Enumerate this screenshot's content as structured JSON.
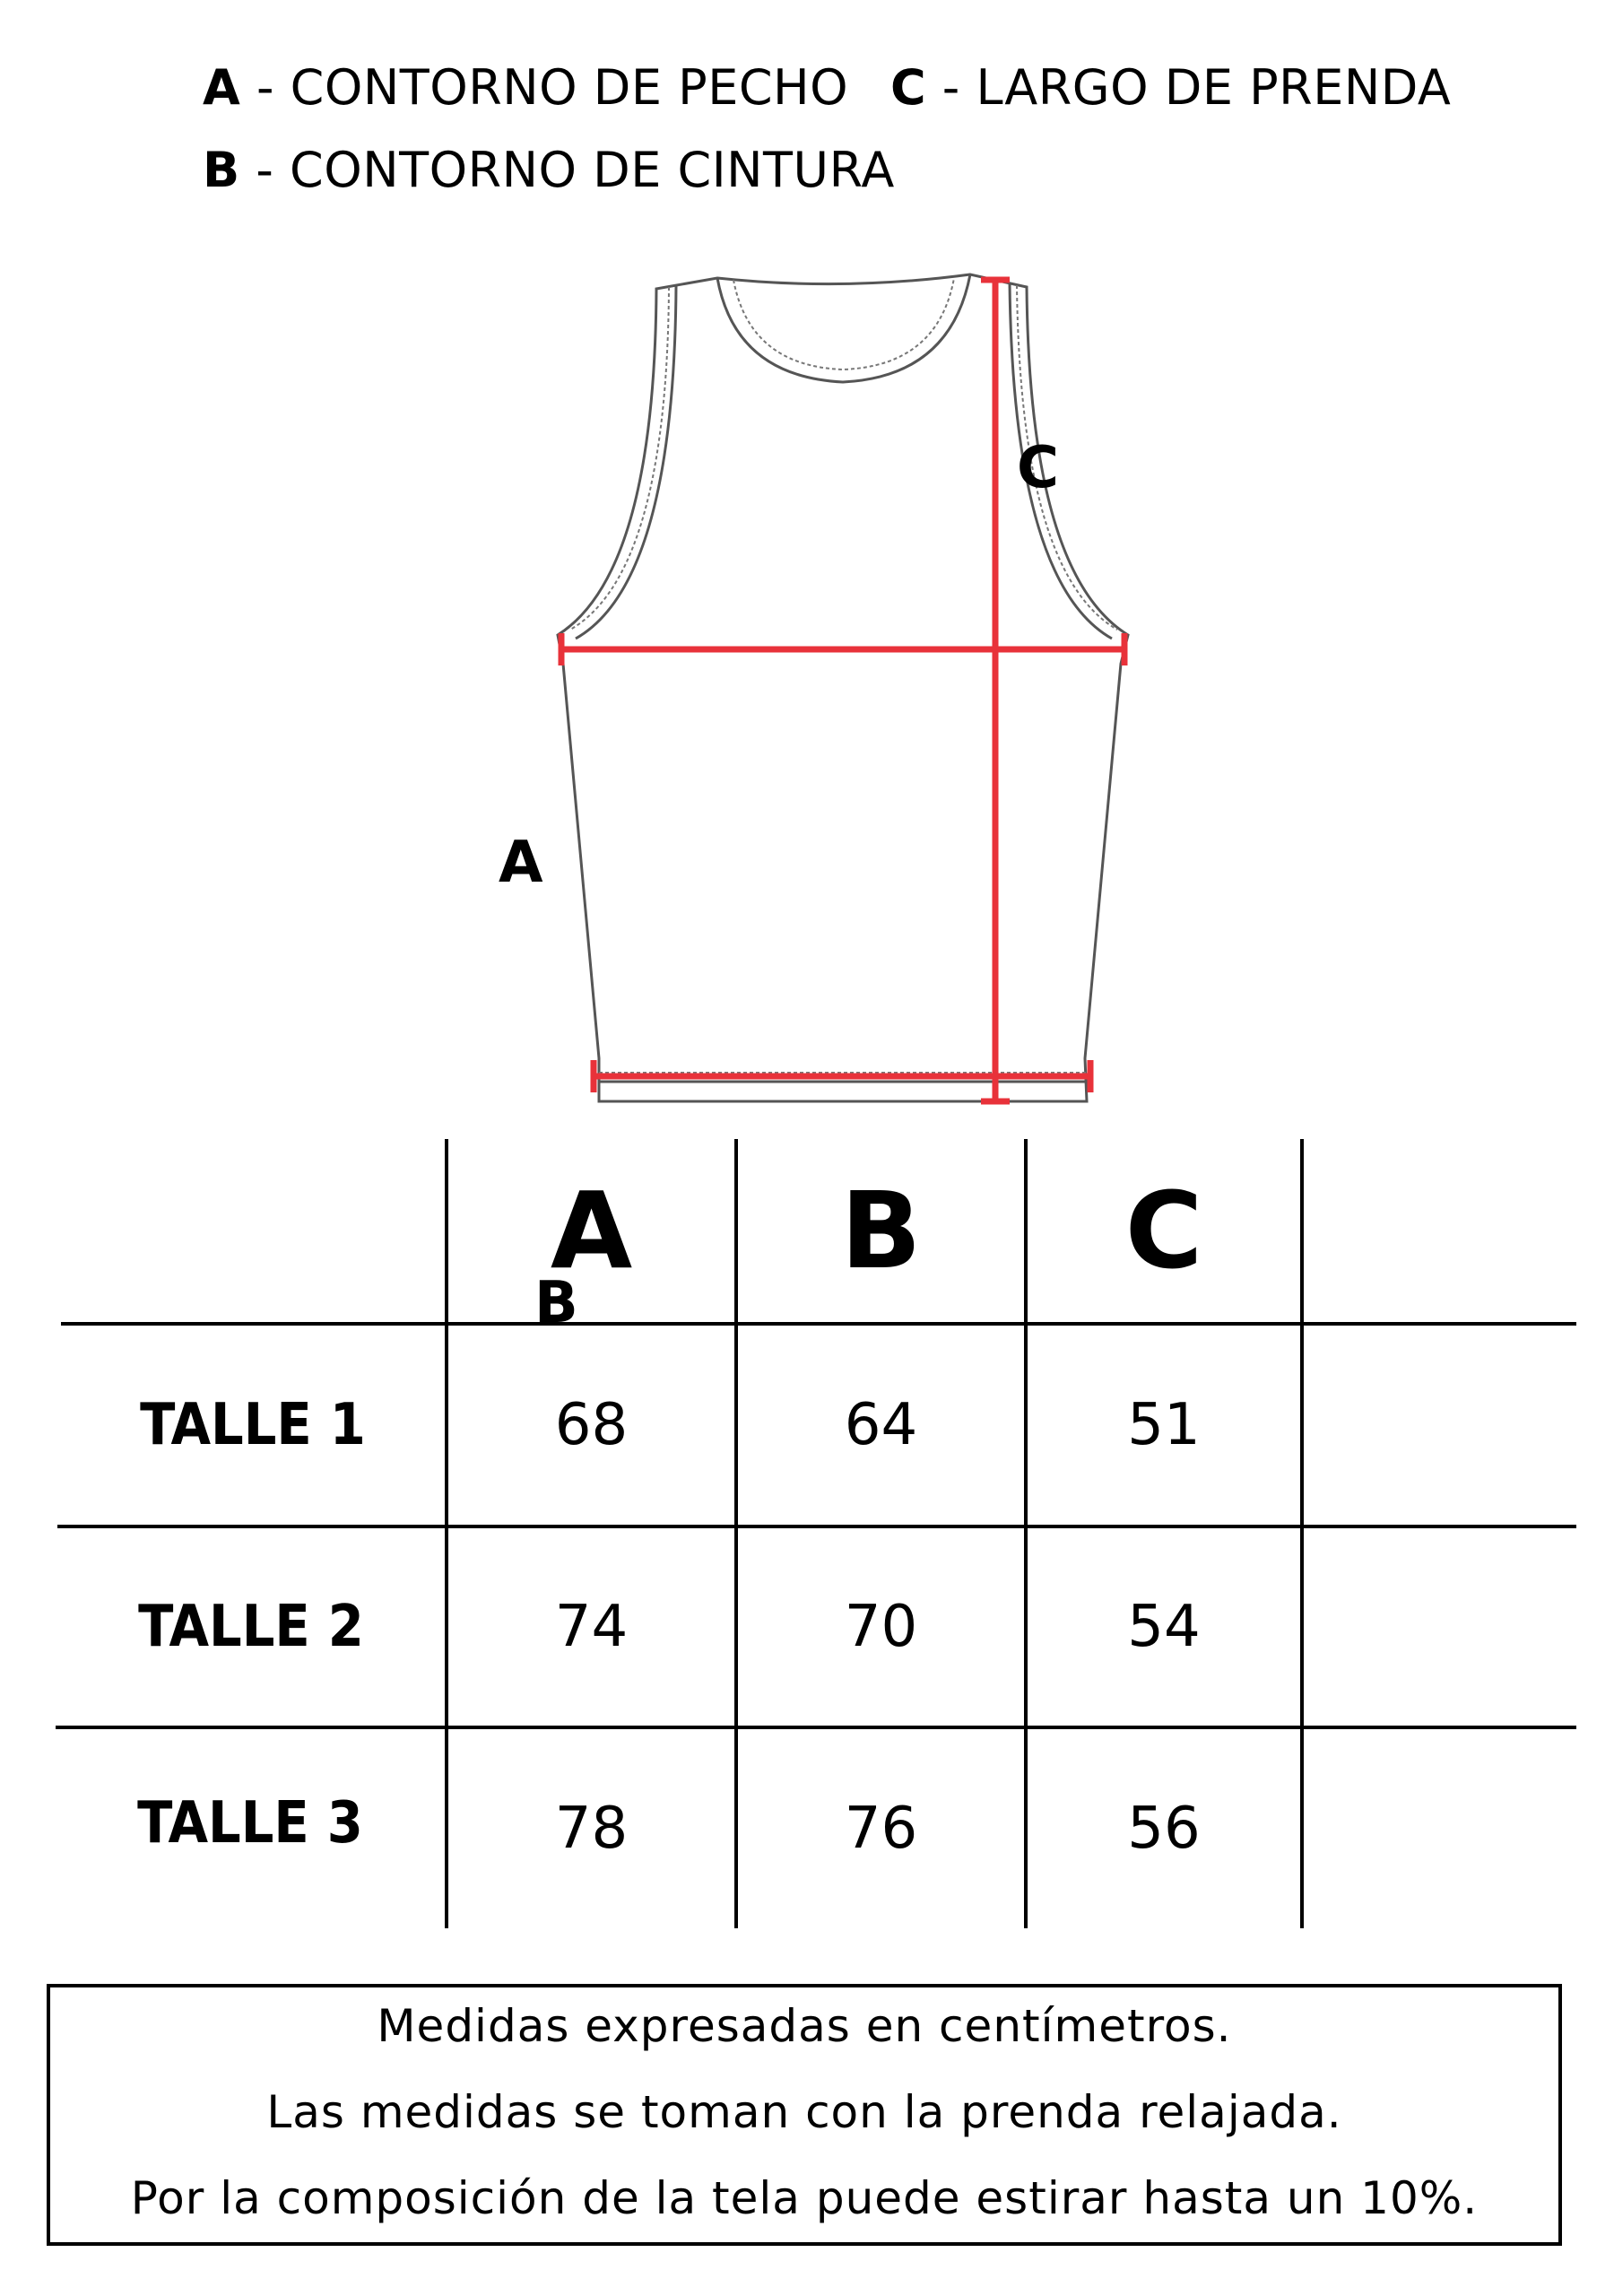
{
  "legend": {
    "a": {
      "key": "A",
      "text": " - CONTORNO DE PECHO"
    },
    "b": {
      "key": "B",
      "text": " - CONTORNO DE CINTURA"
    },
    "c": {
      "key": "C",
      "text": " - LARGO DE PRENDA"
    }
  },
  "diagram": {
    "label_a": "A",
    "label_b": "B",
    "label_c": "C",
    "measure_color": "#e8323a",
    "outline_color": "#555555"
  },
  "table": {
    "columns": [
      "A",
      "B",
      "C",
      ""
    ],
    "rows": [
      {
        "label": "TALLE 1",
        "values": [
          "68",
          "64",
          "51",
          ""
        ]
      },
      {
        "label": "TALLE 2",
        "values": [
          "74",
          "70",
          "54",
          ""
        ]
      },
      {
        "label": "TALLE 3",
        "values": [
          "78",
          "76",
          "56",
          ""
        ]
      }
    ]
  },
  "notes": [
    "Medidas expresadas en centímetros.",
    "Las medidas se toman con la prenda relajada.",
    "Por la composición de la tela puede estirar hasta un 10%."
  ]
}
